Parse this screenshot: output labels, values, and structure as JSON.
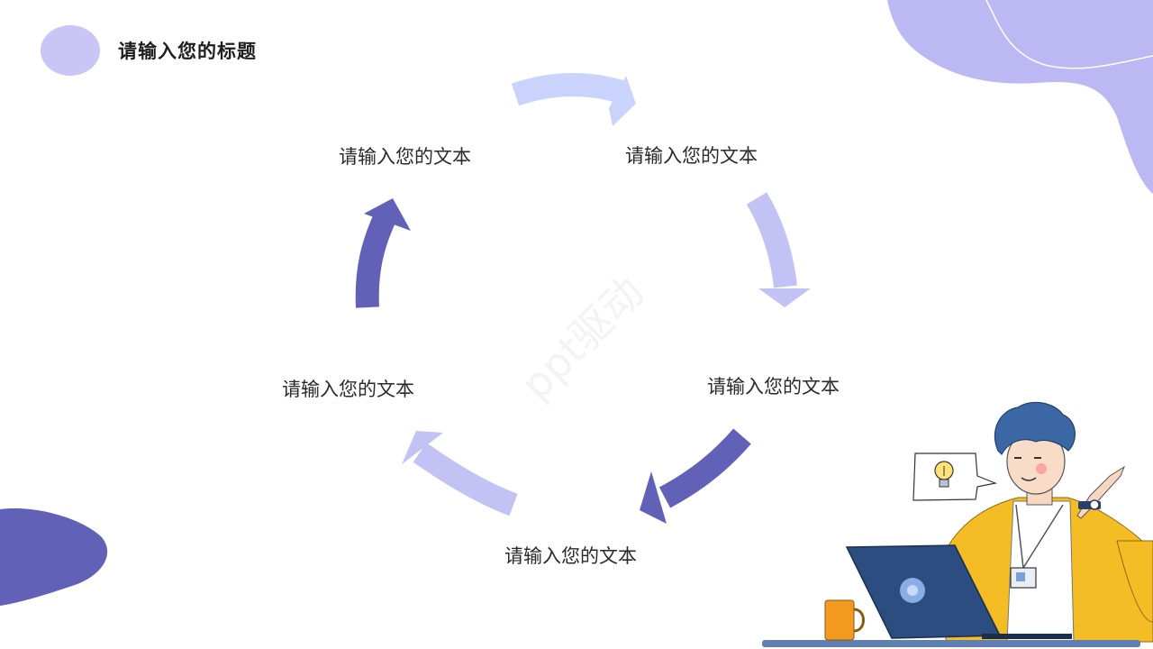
{
  "slide": {
    "title": "请输入您的标题",
    "labels": {
      "top_left": "请输入您的文本",
      "top_right": "请输入您的文本",
      "right": "请输入您的文本",
      "bottom": "请输入您的文本",
      "left": "请输入您的文本"
    },
    "watermark": "ppt驱动"
  },
  "colors": {
    "deep_purple": "#6161b8",
    "light_purple": "#c2c2f5",
    "pale_blue": "#c9d3fb",
    "blob_purple": "#bbb8f3"
  },
  "icons": {
    "bulb": "lightbulb-icon",
    "laptop": "laptop-icon",
    "mug": "mug-icon"
  }
}
